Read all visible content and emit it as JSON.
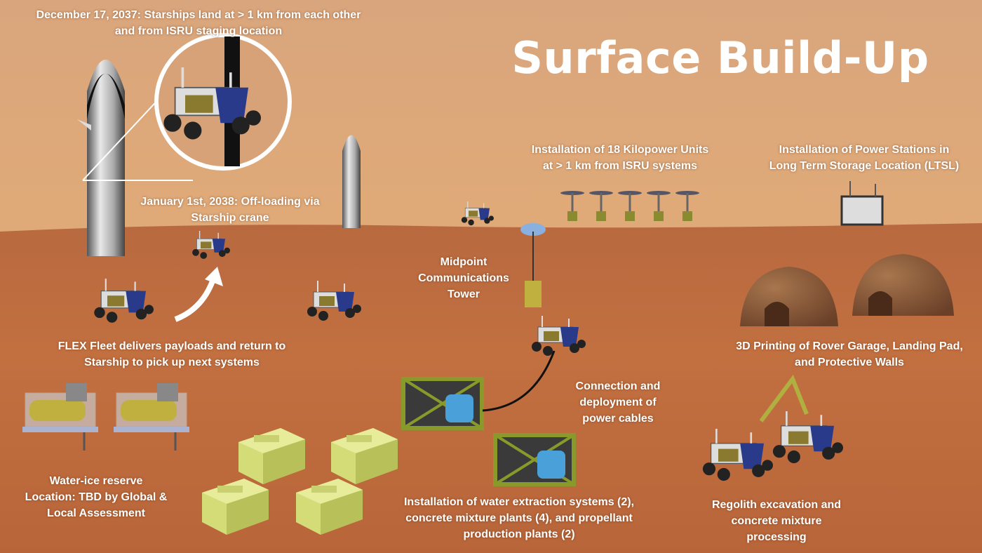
{
  "title": "Surface Build-Up",
  "colors": {
    "sky": "#dca47a",
    "ground": "#c0683a",
    "label": "#ffffff",
    "rover_panel": "#2a3a8a",
    "container": "#d6dd7a",
    "frame": "#8a9a2a",
    "dome": "#8a5a38"
  },
  "labels": {
    "starships_land": [
      "December 17, 2037: Starships land at > 1 km from each other",
      "and from ISRU staging location"
    ],
    "offloading": [
      "January 1st, 2038: Off-loading via",
      "Starship crane"
    ],
    "kilopower": [
      "Installation of 18 Kilopower Units",
      "at >  1 km from ISRU systems"
    ],
    "power_stations": [
      "Installation of Power Stations in",
      "Long Term Storage Location (LTSL)"
    ],
    "comms_tower": [
      "Midpoint",
      "Communications",
      "Tower"
    ],
    "flex_fleet": [
      "FLEX Fleet delivers payloads and return to",
      "Starship to pick up next systems"
    ],
    "printing": [
      "3D Printing of Rover Garage, Landing Pad,",
      "and Protective Walls"
    ],
    "cables": [
      "Connection and",
      "deployment of",
      "power cables"
    ],
    "water_ice": [
      "Water-ice reserve",
      "Location: TBD by Global &",
      "Local Assessment"
    ],
    "isru_install": [
      "Installation of water extraction systems (2),",
      "concrete mixture plants (4), and propellant",
      "production plants (2)"
    ],
    "regolith": [
      "Regolith excavation and",
      "concrete mixture",
      "processing"
    ]
  }
}
